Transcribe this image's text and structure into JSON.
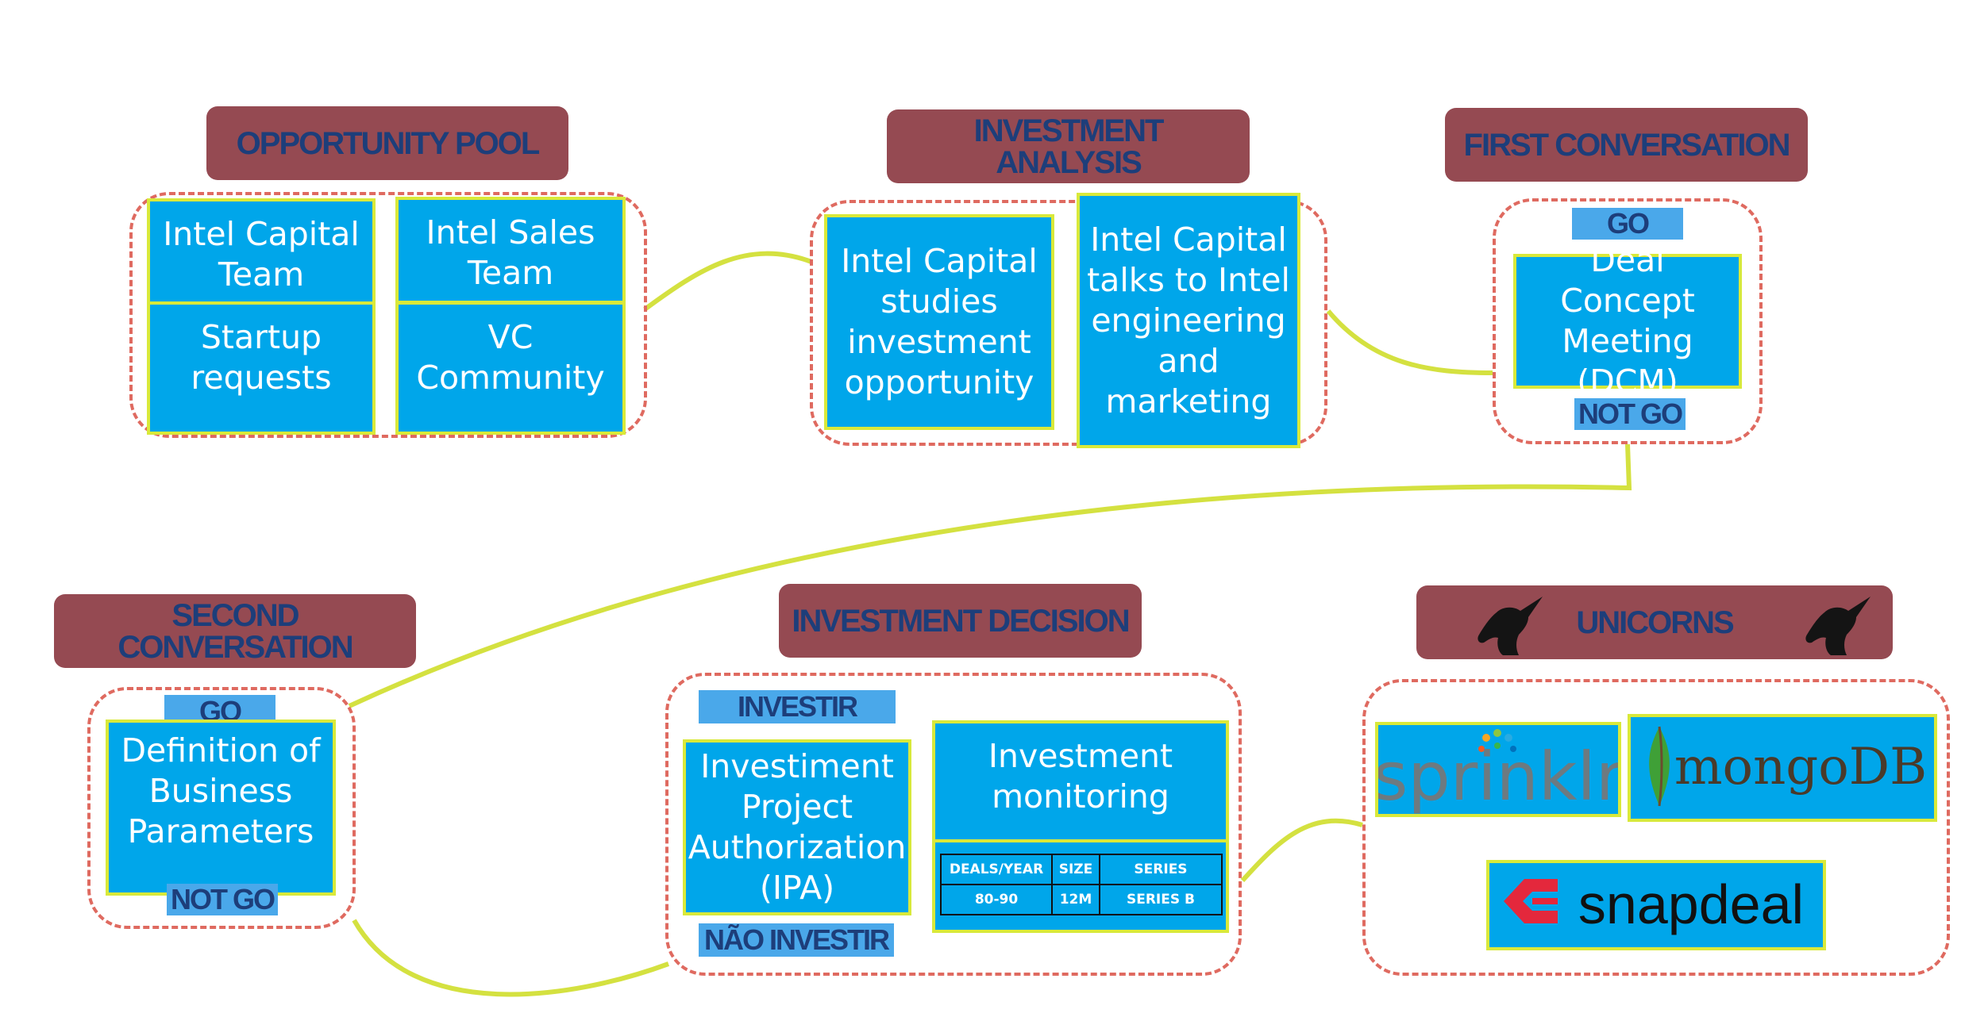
{
  "titles": {
    "opportunity_pool": "OPPORTUNITY POOL",
    "investment_analysis": "INVESTMENT\nANALYSIS",
    "first_conversation": "FIRST CONVERSATION",
    "second_conversation": "SECOND\nCONVERSATION",
    "investment_decision": "INVESTMENT DECISION",
    "unicorns": "UNICORNS"
  },
  "opportunity_pool": {
    "intel_capital_team": "Intel Capital\nTeam",
    "intel_sales_team": "Intel Sales\nTeam",
    "startup_requests": "Startup\nrequests",
    "vc_community": "VC\nCommunity"
  },
  "investment_analysis": {
    "studies": "Intel Capital\nstudies\ninvestment\nopportunity",
    "talks": "Intel Capital\ntalks to Intel\nengineering\nand\nmarketing"
  },
  "first_conversation": {
    "go": "GO",
    "not_go": "NOT GO",
    "dcm": "Deal Concept\nMeeting\n(DCM)"
  },
  "second_conversation": {
    "go": "GO",
    "not_go": "NOT GO",
    "definition": "Definition of\nBusiness\nParameters"
  },
  "investment_decision": {
    "investir": "INVESTIR",
    "nao_investir": "NÃO INVESTIR",
    "ipa": "Investiment\nProject\nAuthorization\n(IPA)",
    "monitoring": "Investment\nmonitoring",
    "table": {
      "headers": [
        "DEALS/YEAR",
        "SIZE",
        "SERIES"
      ],
      "values": [
        "80-90",
        "12M",
        "SERIES B"
      ]
    }
  },
  "unicorns": {
    "logos": [
      "sprinklr",
      "mongoDB",
      "snapdeal"
    ],
    "icon": "unicorn-head-icon"
  },
  "colors": {
    "title_bg": "#954a52",
    "title_text": "#1d3e7a",
    "box_fill": "#00a6ea",
    "box_border": "#d9e93a",
    "dashed_border": "#df6a60",
    "connector": "#d4e140",
    "tag_fill": "#4aa8ea"
  }
}
